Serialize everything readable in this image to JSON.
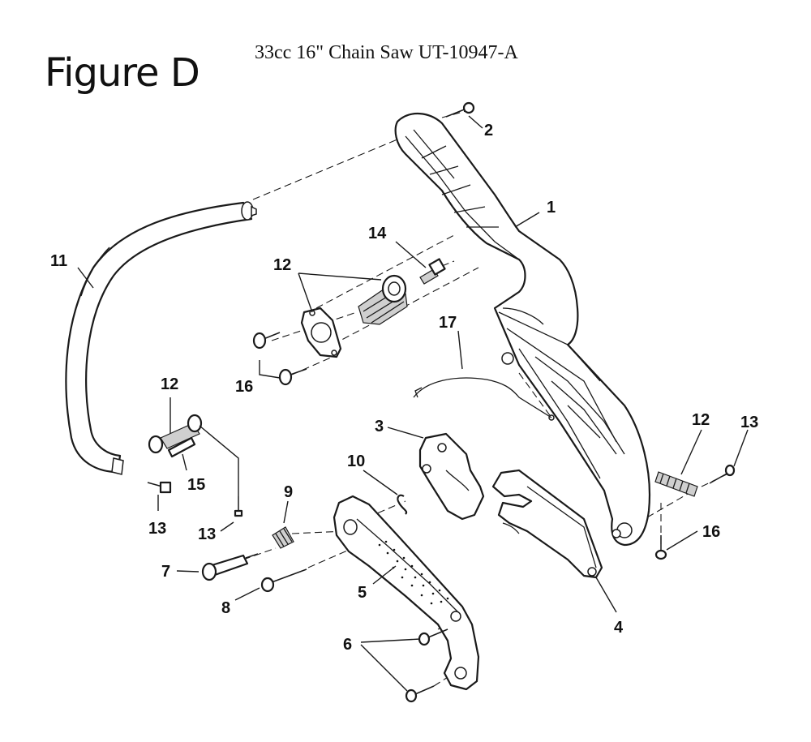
{
  "figure_title": "Figure D",
  "subtitle": "33cc 16\" Chain Saw UT-10947-A",
  "callouts": [
    "1",
    "2",
    "3",
    "4",
    "5",
    "6",
    "7",
    "8",
    "9",
    "10",
    "11",
    "12",
    "12",
    "12",
    "13",
    "13",
    "13",
    "14",
    "15",
    "16",
    "16",
    "17"
  ]
}
